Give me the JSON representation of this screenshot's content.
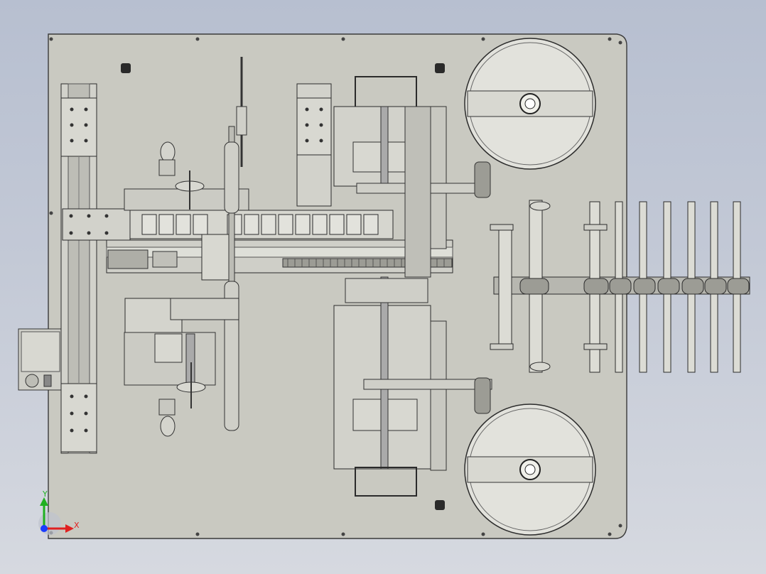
{
  "scene": {
    "background_top": "#b7bfd0",
    "background_bottom": "#d6d9e0",
    "plate_color": "#c9c9c1",
    "plate_edge_color": "#3a3a3a",
    "part_color": "#d2d2cb",
    "part_dark_color": "#9c9c95",
    "line_color": "#2b2b2b"
  },
  "triad": {
    "x_label": "X",
    "y_label": "Y",
    "x_color": "#e02020",
    "y_color": "#20b020",
    "z_color": "#1a3cff"
  },
  "components": [
    "base-plate",
    "left-linear-module",
    "vertical-linear-module",
    "drag-chain",
    "center-slide-rail",
    "upper-feed-module",
    "lower-feed-module",
    "upper-reel",
    "lower-reel",
    "roller-guide-assembly",
    "handwheel-upper",
    "handwheel-lower",
    "junction-box"
  ]
}
